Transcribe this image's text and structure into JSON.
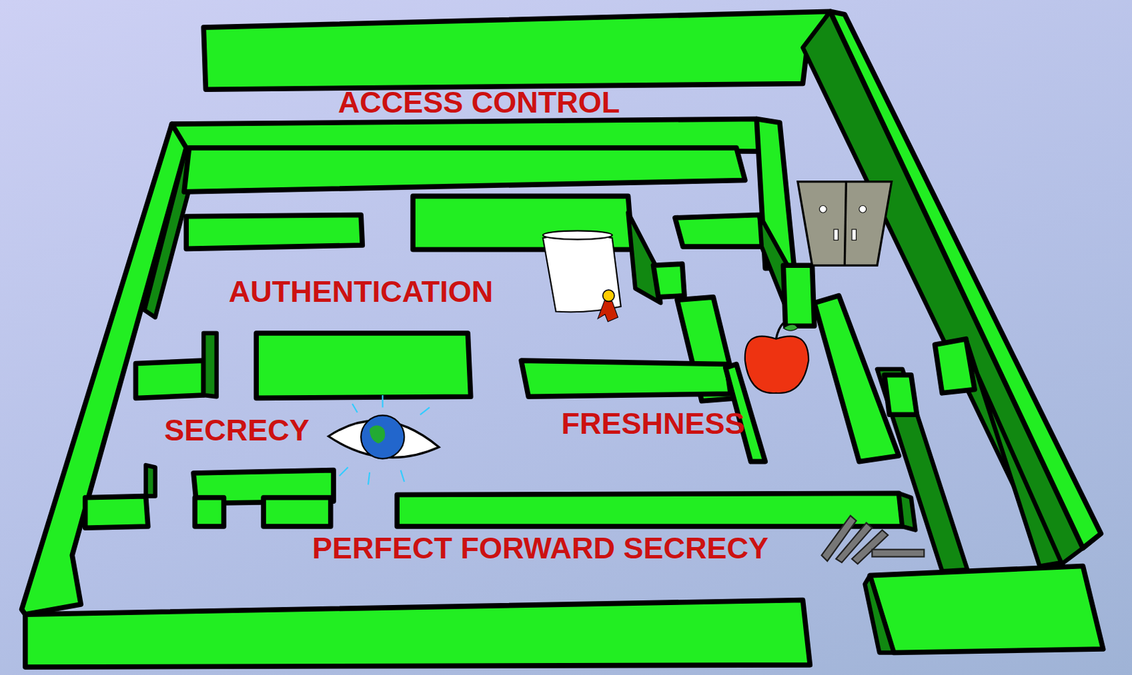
{
  "diagram": {
    "labels": [
      "ACCESS CONTROL",
      "AUTHENTICATION",
      "SECRECY",
      "FRESHNESS",
      "PERFECT FORWARD SECRECY"
    ]
  }
}
